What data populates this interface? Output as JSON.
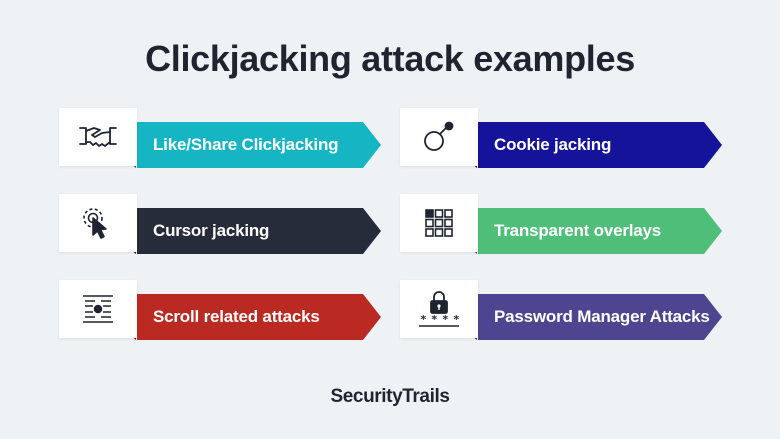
{
  "title": "Clickjacking attack examples",
  "logo": "SecurityTrails",
  "items": [
    {
      "label": "Like/Share Clickjacking",
      "color": "#16b5c4",
      "icon": "handshake-icon"
    },
    {
      "label": "Cookie jacking",
      "color": "#14139a",
      "icon": "bomb-icon"
    },
    {
      "label": "Cursor jacking",
      "color": "#272c3a",
      "icon": "cursor-click-icon"
    },
    {
      "label": "Transparent overlays",
      "color": "#4fbe78",
      "icon": "grid-icon"
    },
    {
      "label": "Scroll related attacks",
      "color": "#bb2a22",
      "icon": "scroll-list-icon"
    },
    {
      "label": "Password Manager Attacks",
      "color": "#4e4590",
      "icon": "password-lock-icon"
    }
  ]
}
